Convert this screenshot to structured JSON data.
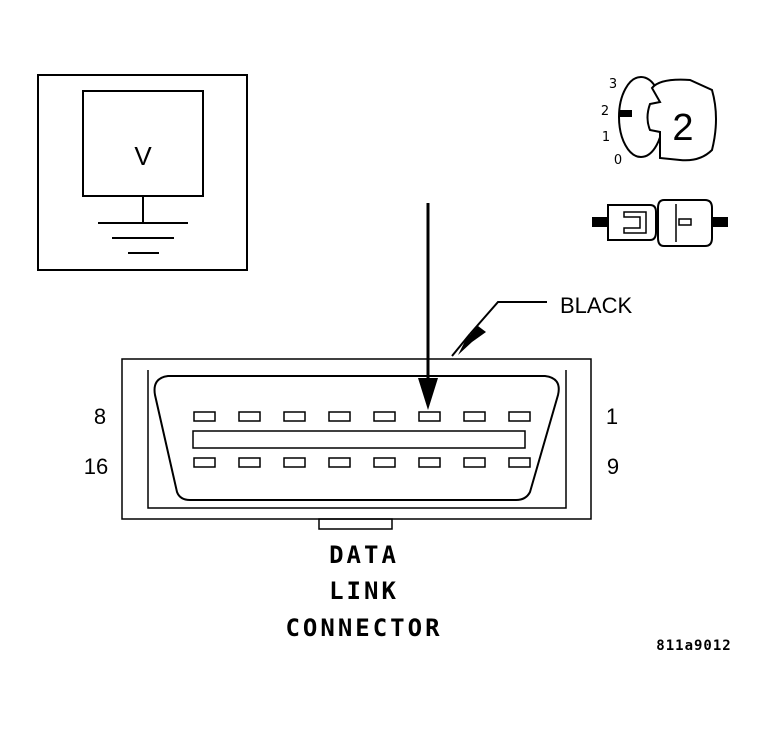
{
  "voltmeter": {
    "symbol": "V"
  },
  "ignition_switch": {
    "positions": [
      "3",
      "2",
      "1",
      "0"
    ],
    "selected": "2"
  },
  "callout": {
    "label": "BLACK"
  },
  "connector": {
    "pin_left_top": "8",
    "pin_left_bottom": "16",
    "pin_right_top": "1",
    "pin_right_bottom": "9"
  },
  "caption": {
    "line1": "DATA",
    "line2": "LINK",
    "line3": "CONNECTOR"
  },
  "figure_code": "811a9012"
}
